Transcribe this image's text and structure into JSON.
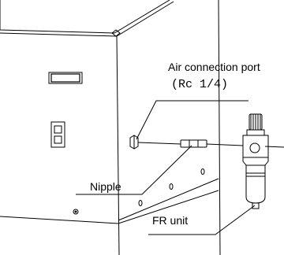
{
  "labels": {
    "air_connection_port": "Air connection port",
    "port_thread": "(Rc 1/4)",
    "nipple": "Nipple",
    "fr_unit": "FR unit"
  }
}
